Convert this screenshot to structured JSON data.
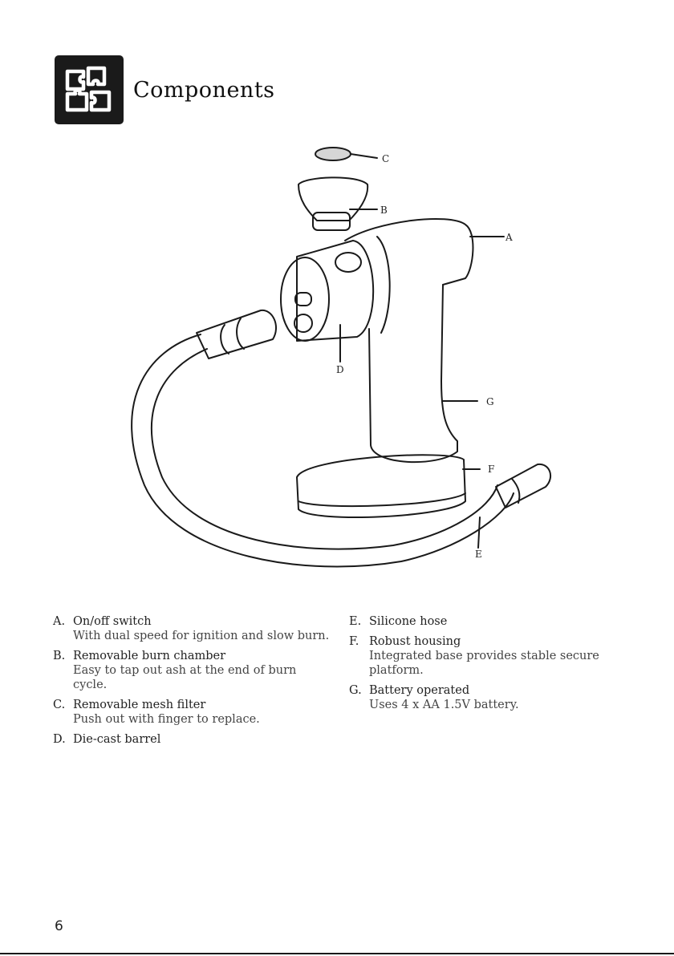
{
  "header": {
    "title": "Components",
    "icon": "puzzle-icon"
  },
  "figure": {
    "labels": [
      "A",
      "B",
      "C",
      "D",
      "E",
      "F",
      "G"
    ]
  },
  "components": [
    {
      "letter": "A.",
      "name": "On/off switch",
      "desc": "With dual speed for ignition and slow burn."
    },
    {
      "letter": "B.",
      "name": "Removable burn chamber",
      "desc": "Easy to tap out ash at the end of burn cycle."
    },
    {
      "letter": "C.",
      "name": "Removable mesh filter",
      "desc": "Push out with finger to replace."
    },
    {
      "letter": "D.",
      "name": "Die-cast barrel",
      "desc": ""
    },
    {
      "letter": "E.",
      "name": "Silicone hose",
      "desc": ""
    },
    {
      "letter": "F.",
      "name": "Robust housing",
      "desc": "Integrated base provides stable secure platform."
    },
    {
      "letter": "G.",
      "name": "Battery operated",
      "desc": "Uses 4 x AA 1.5V battery."
    }
  ],
  "page": {
    "number": "6"
  }
}
